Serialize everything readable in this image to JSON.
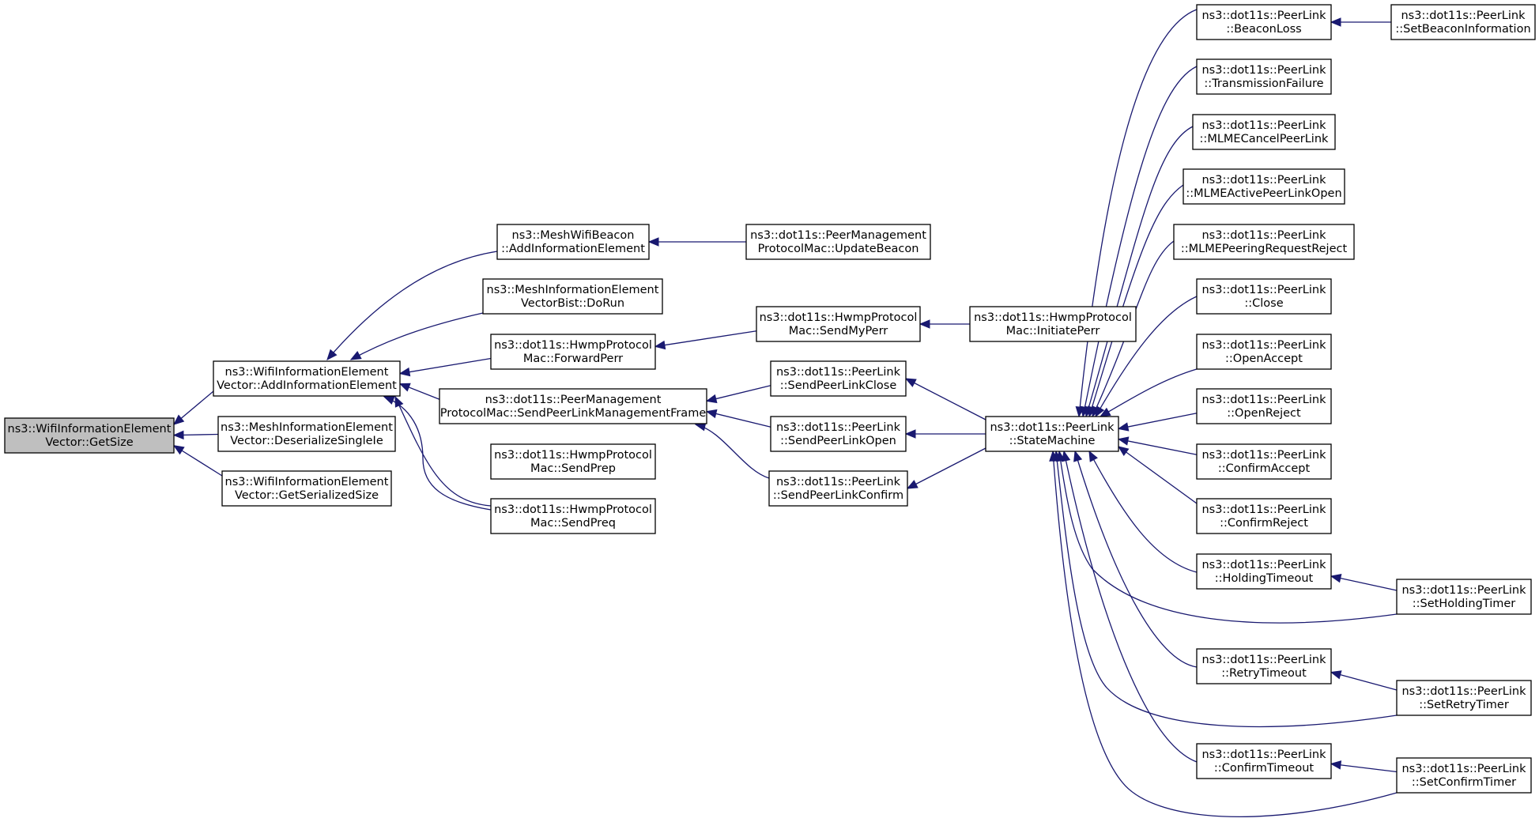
{
  "colors": {
    "edge": "#191970",
    "root_fill": "#bfbfbf",
    "node_fill": "#ffffff",
    "node_border": "#000000"
  },
  "nodes": [
    {
      "id": "getsize",
      "lines": [
        "ns3::WifiInformationElement",
        "Vector::GetSize"
      ],
      "highlighted": true
    },
    {
      "id": "addie",
      "lines": [
        "ns3::WifiInformationElement",
        "Vector::AddInformationElement"
      ]
    },
    {
      "id": "deser",
      "lines": [
        "ns3::MeshInformationElement",
        "Vector::DeserializeSingleIe"
      ]
    },
    {
      "id": "getser",
      "lines": [
        "ns3::WifiInformationElement",
        "Vector::GetSerializedSize"
      ]
    },
    {
      "id": "beaconadd",
      "lines": [
        "ns3::MeshWifiBeacon",
        "::AddInformationElement"
      ]
    },
    {
      "id": "dorun",
      "lines": [
        "ns3::MeshInformationElement",
        "VectorBist::DoRun"
      ]
    },
    {
      "id": "fwdperr",
      "lines": [
        "ns3::dot11s::HwmpProtocol",
        "Mac::ForwardPerr"
      ]
    },
    {
      "id": "sendplmf",
      "lines": [
        "ns3::dot11s::PeerManagement",
        "ProtocolMac::SendPeerLinkManagementFrame"
      ]
    },
    {
      "id": "sendprep",
      "lines": [
        "ns3::dot11s::HwmpProtocol",
        "Mac::SendPrep"
      ]
    },
    {
      "id": "sendpreq",
      "lines": [
        "ns3::dot11s::HwmpProtocol",
        "Mac::SendPreq"
      ]
    },
    {
      "id": "updbeacon",
      "lines": [
        "ns3::dot11s::PeerManagement",
        "ProtocolMac::UpdateBeacon"
      ]
    },
    {
      "id": "sendmyperr",
      "lines": [
        "ns3::dot11s::HwmpProtocol",
        "Mac::SendMyPerr"
      ]
    },
    {
      "id": "initperr",
      "lines": [
        "ns3::dot11s::HwmpProtocol",
        "Mac::InitiatePerr"
      ]
    },
    {
      "id": "plclose",
      "lines": [
        "ns3::dot11s::PeerLink",
        "::SendPeerLinkClose"
      ]
    },
    {
      "id": "plopen",
      "lines": [
        "ns3::dot11s::PeerLink",
        "::SendPeerLinkOpen"
      ]
    },
    {
      "id": "plconfirm",
      "lines": [
        "ns3::dot11s::PeerLink",
        "::SendPeerLinkConfirm"
      ]
    },
    {
      "id": "sm",
      "lines": [
        "ns3::dot11s::PeerLink",
        "::StateMachine"
      ]
    },
    {
      "id": "bloss",
      "lines": [
        "ns3::dot11s::PeerLink",
        "::BeaconLoss"
      ]
    },
    {
      "id": "txfail",
      "lines": [
        "ns3::dot11s::PeerLink",
        "::TransmissionFailure"
      ]
    },
    {
      "id": "mlmecancel",
      "lines": [
        "ns3::dot11s::PeerLink",
        "::MLMECancelPeerLink"
      ]
    },
    {
      "id": "mlmeactive",
      "lines": [
        "ns3::dot11s::PeerLink",
        "::MLMEActivePeerLinkOpen"
      ]
    },
    {
      "id": "mlmereject",
      "lines": [
        "ns3::dot11s::PeerLink",
        "::MLMEPeeringRequestReject"
      ]
    },
    {
      "id": "close",
      "lines": [
        "ns3::dot11s::PeerLink",
        "::Close"
      ]
    },
    {
      "id": "openaccept",
      "lines": [
        "ns3::dot11s::PeerLink",
        "::OpenAccept"
      ]
    },
    {
      "id": "openreject",
      "lines": [
        "ns3::dot11s::PeerLink",
        "::OpenReject"
      ]
    },
    {
      "id": "confaccept",
      "lines": [
        "ns3::dot11s::PeerLink",
        "::ConfirmAccept"
      ]
    },
    {
      "id": "confreject",
      "lines": [
        "ns3::dot11s::PeerLink",
        "::ConfirmReject"
      ]
    },
    {
      "id": "holdto",
      "lines": [
        "ns3::dot11s::PeerLink",
        "::HoldingTimeout"
      ]
    },
    {
      "id": "retryto",
      "lines": [
        "ns3::dot11s::PeerLink",
        "::RetryTimeout"
      ]
    },
    {
      "id": "confto",
      "lines": [
        "ns3::dot11s::PeerLink",
        "::ConfirmTimeout"
      ]
    },
    {
      "id": "setbeacon",
      "lines": [
        "ns3::dot11s::PeerLink",
        "::SetBeaconInformation"
      ]
    },
    {
      "id": "sethold",
      "lines": [
        "ns3::dot11s::PeerLink",
        "::SetHoldingTimer"
      ]
    },
    {
      "id": "setretry",
      "lines": [
        "ns3::dot11s::PeerLink",
        "::SetRetryTimer"
      ]
    },
    {
      "id": "setconf",
      "lines": [
        "ns3::dot11s::PeerLink",
        "::SetConfirmTimer"
      ]
    }
  ],
  "edges": [
    {
      "from": "addie",
      "to": "getsize"
    },
    {
      "from": "deser",
      "to": "getsize"
    },
    {
      "from": "getser",
      "to": "getsize"
    },
    {
      "from": "beaconadd",
      "to": "addie"
    },
    {
      "from": "dorun",
      "to": "addie"
    },
    {
      "from": "fwdperr",
      "to": "addie"
    },
    {
      "from": "sendplmf",
      "to": "addie"
    },
    {
      "from": "sendprep",
      "to": "addie"
    },
    {
      "from": "sendpreq",
      "to": "addie"
    },
    {
      "from": "updbeacon",
      "to": "beaconadd"
    },
    {
      "from": "sendmyperr",
      "to": "fwdperr"
    },
    {
      "from": "initperr",
      "to": "sendmyperr"
    },
    {
      "from": "plclose",
      "to": "sendplmf"
    },
    {
      "from": "plopen",
      "to": "sendplmf"
    },
    {
      "from": "plconfirm",
      "to": "sendplmf"
    },
    {
      "from": "sm",
      "to": "plclose"
    },
    {
      "from": "sm",
      "to": "plopen"
    },
    {
      "from": "sm",
      "to": "plconfirm"
    },
    {
      "from": "bloss",
      "to": "sm"
    },
    {
      "from": "txfail",
      "to": "sm"
    },
    {
      "from": "mlmecancel",
      "to": "sm"
    },
    {
      "from": "mlmeactive",
      "to": "sm"
    },
    {
      "from": "mlmereject",
      "to": "sm"
    },
    {
      "from": "close",
      "to": "sm"
    },
    {
      "from": "openaccept",
      "to": "sm"
    },
    {
      "from": "openreject",
      "to": "sm"
    },
    {
      "from": "confaccept",
      "to": "sm"
    },
    {
      "from": "confreject",
      "to": "sm"
    },
    {
      "from": "holdto",
      "to": "sm"
    },
    {
      "from": "retryto",
      "to": "sm"
    },
    {
      "from": "confto",
      "to": "sm"
    },
    {
      "from": "sethold",
      "to": "sm"
    },
    {
      "from": "setretry",
      "to": "sm"
    },
    {
      "from": "setconf",
      "to": "sm"
    },
    {
      "from": "setbeacon",
      "to": "bloss"
    },
    {
      "from": "sethold",
      "to": "holdto"
    },
    {
      "from": "setretry",
      "to": "retryto"
    },
    {
      "from": "setconf",
      "to": "confto"
    }
  ]
}
